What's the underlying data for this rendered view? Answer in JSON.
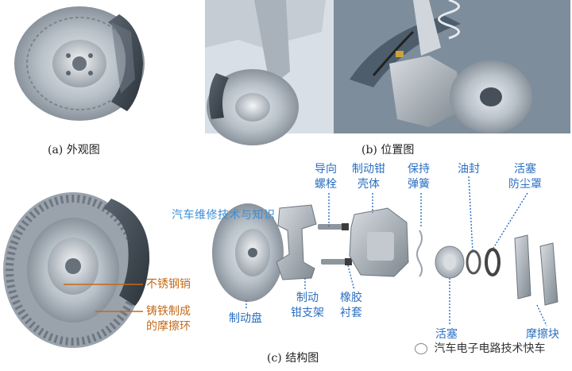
{
  "captions": {
    "a": "(a) 外观图",
    "b": "(b) 位置图",
    "c": "(c) 结构图"
  },
  "labels": {
    "guide_bolt": "导向\n螺栓",
    "caliper_housing": "制动钳\n壳体",
    "retaining_spring": "保持\n弹簧",
    "oil_seal": "油封",
    "piston_dust_cover": "活塞\n防尘罩",
    "brake_disc": "制动盘",
    "caliper_bracket": "制动\n钳支架",
    "rubber_bushing": "橡胶\n衬套",
    "piston": "活塞",
    "friction_pad": "摩擦块",
    "stainless_pin": "不锈钢销",
    "cast_iron_ring": "铸铁制成\n的摩擦环"
  },
  "watermark": {
    "center": "汽车维修技术与知识",
    "corner": "汽车电子电路技术快车"
  },
  "colors": {
    "label_blue": "#2a6fc2",
    "label_orange": "#c46a18",
    "watermark_blue": "#3b8fd8"
  }
}
